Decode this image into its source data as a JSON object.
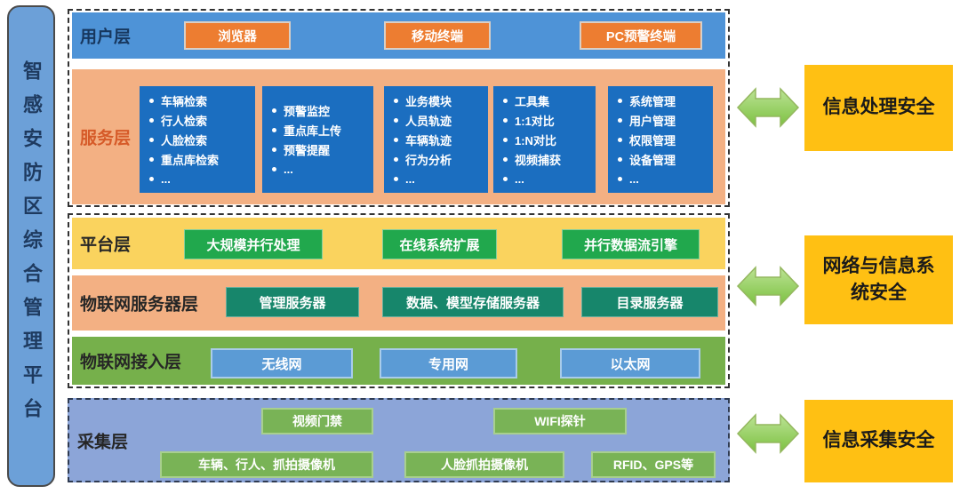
{
  "platform_title": "智感安防区综合管理平台",
  "layers": {
    "user": {
      "label": "用户层",
      "items": [
        "浏览器",
        "移动终端",
        "PC预警终端"
      ]
    },
    "service": {
      "label": "服务层",
      "boxes": [
        {
          "items": [
            "车辆检索",
            "行人检索",
            "人脸检索",
            "重点库检索",
            "..."
          ]
        },
        {
          "items": [
            "预警监控",
            "重点库上传",
            "预警提醒",
            "..."
          ]
        },
        {
          "items": [
            "业务模块",
            "人员轨迹",
            "车辆轨迹",
            "行为分析",
            "..."
          ]
        },
        {
          "items": [
            "工具集",
            "1:1对比",
            "1:N对比",
            "视频捕获",
            "..."
          ]
        },
        {
          "items": [
            "系统管理",
            "用户管理",
            "权限管理",
            "设备管理",
            "..."
          ]
        }
      ]
    },
    "platform": {
      "label": "平台层",
      "items": [
        "大规模并行处理",
        "在线系统扩展",
        "并行数据流引擎"
      ]
    },
    "iot_server": {
      "label": "物联网服务器层",
      "items": [
        "管理服务器",
        "数据、模型存储服务器",
        "目录服务器"
      ]
    },
    "iot_access": {
      "label": "物联网接入层",
      "items": [
        "无线网",
        "专用网",
        "以太网"
      ]
    },
    "collection": {
      "label": "采集层",
      "row1": [
        "视频门禁",
        "WIFI探针"
      ],
      "row2": [
        "车辆、行人、抓拍摄像机",
        "人脸抓拍摄像机",
        "RFID、GPS等"
      ]
    }
  },
  "security": {
    "items": [
      "信息处理安全",
      "网络与信息系统安全",
      "信息采集安全"
    ]
  },
  "colors": {
    "user_band": "#4E93D7",
    "user_chip": "#ED7D31",
    "service_band": "#F3B083",
    "service_chip": "#1B6EC0",
    "service_label": "#D65A28",
    "platform_band": "#FAD35E",
    "platform_chip": "#21A84D",
    "iot_server_band": "#F3B083",
    "iot_server_chip": "#17866B",
    "iot_access_band": "#76B04B",
    "iot_access_chip": "#5B9BD5",
    "collection_band": "#8CA5D8",
    "collection_chip": "#79B356",
    "security_box": "#FFC013",
    "arrow": "#8FCE4E",
    "left_bar": "#6CA0D8"
  }
}
